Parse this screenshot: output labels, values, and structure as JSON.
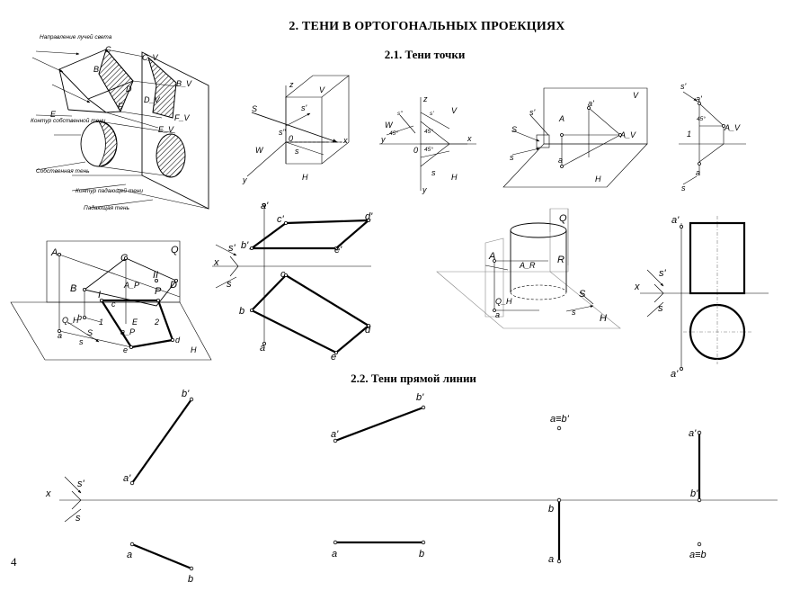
{
  "header": {
    "title": "2. ТЕНИ В ОРТОГОНАЛЬНЫХ ПРОЕКЦИЯХ",
    "section_point": "2.1. Тени точки",
    "section_line": "2.2.  Тени прямой линии"
  },
  "page_number": "4",
  "fig_main": {
    "light_direction": "Направление лучей света",
    "own_shadow_contour": "Контур собственной тени",
    "own_shadow": "Собственная тень",
    "cast_shadow_contour": "Контур падающей тени",
    "cast_shadow": "Падающая тень",
    "labels": [
      "C",
      "B",
      "D",
      "E",
      "F",
      "C_V",
      "B_V",
      "D_V",
      "F_V",
      "E_V"
    ]
  },
  "fig_axes": {
    "labels": [
      "z",
      "V",
      "S",
      "s'",
      "s\"",
      "0",
      "x",
      "W",
      "s",
      "H",
      "y"
    ]
  },
  "fig_epure_small": {
    "labels": [
      "z",
      "s\"",
      "s'",
      "V",
      "W",
      "45°",
      "45°",
      "45°",
      "y",
      "0",
      "x",
      "s",
      "H",
      "y"
    ]
  },
  "fig_point_space": {
    "labels": [
      "V",
      "a'",
      "s'",
      "A",
      "S",
      "A_V",
      "s",
      "a",
      "H"
    ]
  },
  "fig_point_epure": {
    "labels": [
      "s'",
      "a'",
      "45°",
      "1",
      "A_V",
      "a",
      "s"
    ]
  },
  "fig_parallelogram_space": {
    "labels": [
      "A",
      "C",
      "Q",
      "B",
      "A_P",
      "II",
      "D",
      "I",
      "P",
      "c",
      "Q_H",
      "b",
      "S",
      "1",
      "E",
      "2",
      "a",
      "s",
      "a_P",
      "d",
      "e",
      "H"
    ]
  },
  "fig_parallelogram_epure": {
    "labels": [
      "a'",
      "c'",
      "d'",
      "s'",
      "b'",
      "e'",
      "x",
      "s",
      "c",
      "b",
      "d",
      "a",
      "e"
    ]
  },
  "fig_cylinder_space": {
    "labels": [
      "Q",
      "A",
      "A_R",
      "R",
      "Q_H",
      "a",
      "S",
      "s",
      "H"
    ]
  },
  "fig_cylinder_epure": {
    "labels": [
      "a'",
      "x",
      "s'",
      "s",
      "a'"
    ]
  },
  "line_shadows": {
    "axis": {
      "x": "x",
      "s_prime": "s'",
      "s": "s"
    },
    "cases": [
      {
        "top": [
          "b'",
          "a'"
        ],
        "bottom": [
          "a",
          "b"
        ]
      },
      {
        "top": [
          "b'",
          "a'"
        ],
        "bottom": [
          "a",
          "b"
        ]
      },
      {
        "top": [
          "a≡b'"
        ],
        "bottom": [
          "b",
          "a"
        ]
      },
      {
        "top": [
          "a'",
          "b'"
        ],
        "bottom": [
          "a≡b"
        ]
      }
    ]
  }
}
